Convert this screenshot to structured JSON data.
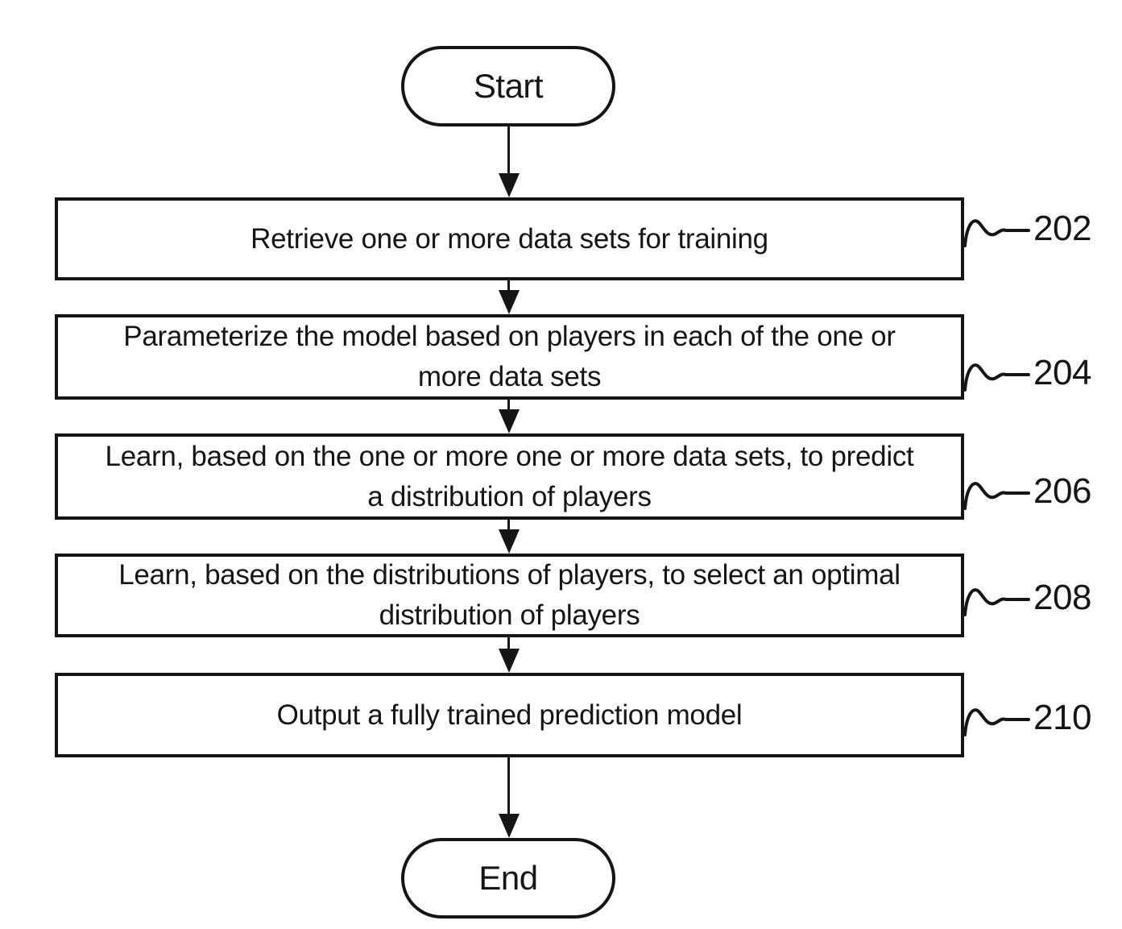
{
  "flowchart": {
    "start": {
      "label": "Start"
    },
    "end": {
      "label": "End"
    },
    "steps": [
      {
        "ref": "202",
        "lines": [
          "Retrieve one or more data sets for training"
        ]
      },
      {
        "ref": "204",
        "lines": [
          "Parameterize the model based on players in each of the one or",
          "more data sets"
        ]
      },
      {
        "ref": "206",
        "lines": [
          "Learn, based on the one or more one or more data sets, to predict",
          "a distribution of players"
        ]
      },
      {
        "ref": "208",
        "lines": [
          "Learn, based on the distributions of players, to select an optimal",
          "distribution of players"
        ]
      },
      {
        "ref": "210",
        "lines": [
          "Output a fully trained prediction model"
        ]
      }
    ],
    "colors": {
      "ink": "#151515",
      "background": "#ffffff"
    }
  }
}
